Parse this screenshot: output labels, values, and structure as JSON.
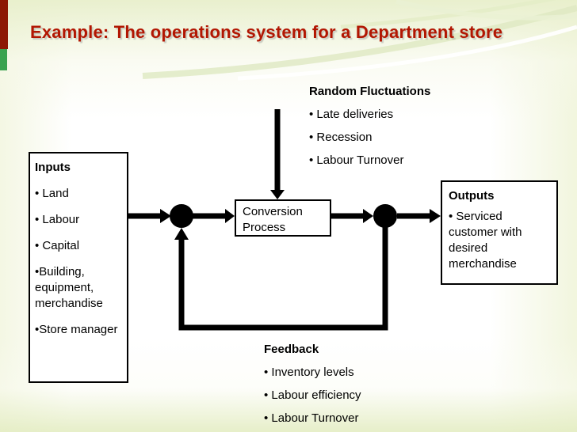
{
  "title": "Example: The operations system for a Department store",
  "inputs": {
    "heading": "Inputs",
    "items": [
      "• Land",
      "• Labour",
      "• Capital",
      "•Building, equipment, merchandise",
      "•Store manager"
    ]
  },
  "random_fluctuations": {
    "heading": "Random Fluctuations",
    "items": [
      "• Late deliveries",
      "• Recession",
      "• Labour Turnover"
    ]
  },
  "conversion_process": {
    "label": "Conversion Process"
  },
  "outputs": {
    "heading": "Outputs",
    "items": [
      "• Serviced customer with desired merchandise"
    ]
  },
  "feedback": {
    "heading": "Feedback",
    "items": [
      "• Inventory levels",
      "• Labour efficiency",
      "• Labour Turnover"
    ]
  },
  "colors": {
    "title_color": "#b21602",
    "stripe_red": "#8d1804",
    "stripe_green": "#3aa24f",
    "arrow_color": "#000000",
    "box_border": "#000000"
  }
}
